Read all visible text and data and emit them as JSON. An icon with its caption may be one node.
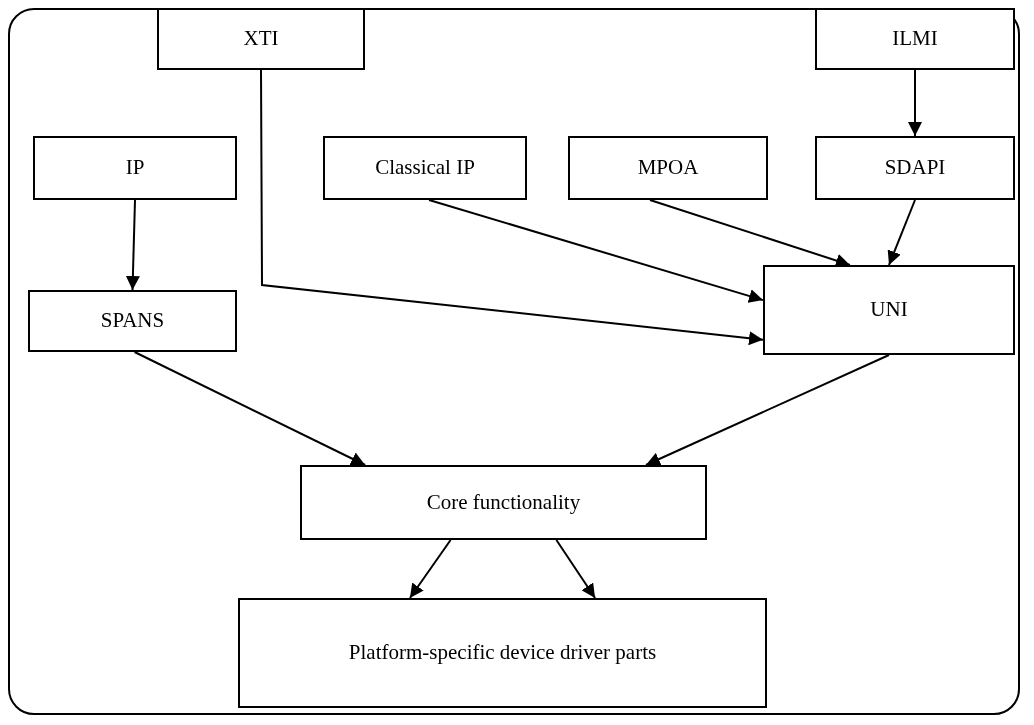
{
  "diagram": {
    "nodes": [
      {
        "text": [
          "XTI"
        ]
      },
      {
        "text": [
          "ILMI"
        ]
      },
      {
        "text": [
          "IP"
        ]
      },
      {
        "text": [
          "Classical IP"
        ]
      },
      {
        "text": [
          "MPOA"
        ]
      },
      {
        "text": [
          "SDAPI"
        ]
      },
      {
        "text": [
          "SPANS"
        ]
      },
      {
        "text": [
          "UNI"
        ]
      },
      {
        "text": [
          "Core functionality"
        ]
      },
      {
        "text": [
          "Platform-specific device driver parts"
        ]
      }
    ],
    "edges": [
      {
        "from": 2,
        "to": 6,
        "arrow": "to"
      },
      {
        "from": 1,
        "to": 5,
        "arrow": "to"
      },
      {
        "from": 5,
        "to": 7,
        "arrow": "to"
      },
      {
        "from": 3,
        "to": 7,
        "arrow": "to"
      },
      {
        "from": 4,
        "to": 7,
        "arrow": "to"
      },
      {
        "from": 0,
        "to": 7,
        "arrow": "to"
      },
      {
        "from": 6,
        "to": 8,
        "arrow": "to"
      },
      {
        "from": 7,
        "to": 8,
        "arrow": "to"
      },
      {
        "from": 8,
        "to": 9,
        "arrow": "to"
      },
      {
        "from": 8,
        "to": 9,
        "arrow": "to"
      }
    ]
  }
}
